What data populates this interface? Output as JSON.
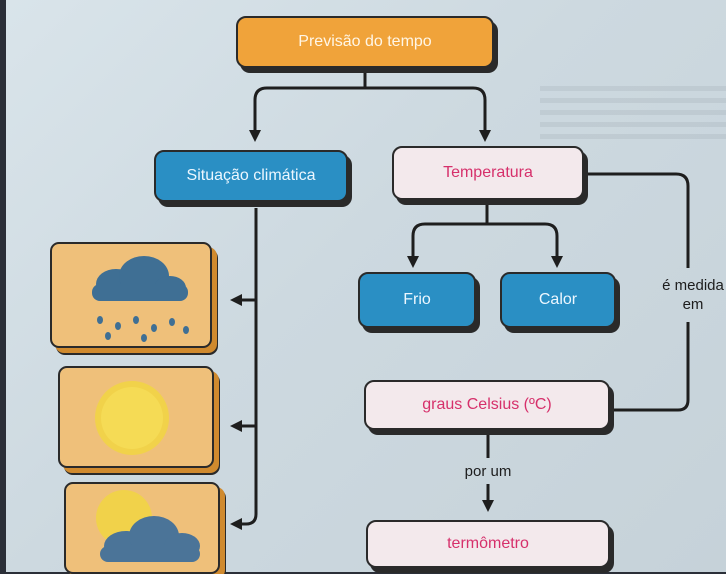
{
  "diagram": {
    "root": "Previsão do tempo",
    "situacao": "Situação climática",
    "temperatura": "Temperatura",
    "frio": "Frio",
    "calor": "Calor",
    "graus": "graus Celsius (ºC)",
    "termometro": "termômetro",
    "medida_label_line1": "é medida",
    "medida_label_line2": "em",
    "por_um": "por um"
  },
  "icons": [
    "rain-cloud-icon",
    "sun-icon",
    "sun-behind-cloud-icon"
  ],
  "colors": {
    "orange": "#f0a33a",
    "blue": "#2a8fc4",
    "pink_text": "#d6306b",
    "pink_bg": "#f3e9ec"
  }
}
